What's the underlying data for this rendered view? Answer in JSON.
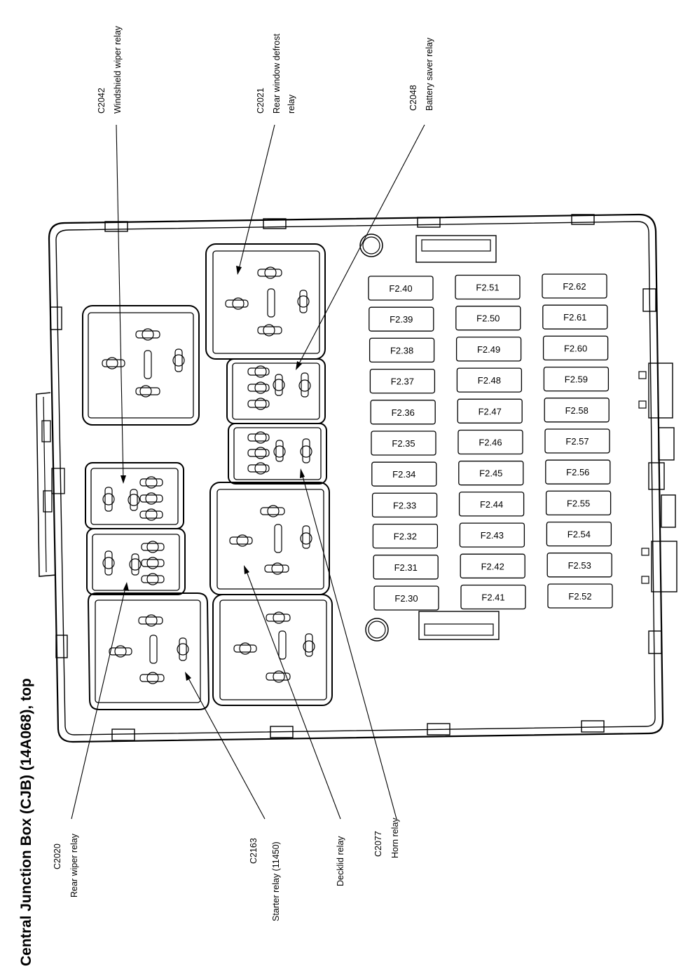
{
  "title": "Central Junction Box (CJB) (14A068), top",
  "callouts": {
    "windshield": {
      "connector": "C2042",
      "name": "Windshield wiper relay"
    },
    "rear_defrost": {
      "connector": "C2021",
      "name": "Rear window defrost",
      "name2": "relay"
    },
    "battery_saver": {
      "connector": "C2048",
      "name": "Battery saver relay"
    },
    "rear_wiper": {
      "connector": "C2020",
      "name": "Rear wiper relay"
    },
    "starter": {
      "connector": "C2163",
      "name": "Starter relay (11450)"
    },
    "decklid": {
      "connector": "",
      "name": "Decklid relay"
    },
    "horn": {
      "connector": "C2077",
      "name": "Horn relay"
    }
  },
  "fuses": {
    "col1": [
      "F2.40",
      "F2.39",
      "F2.38",
      "F2.37",
      "F2.36",
      "F2.35",
      "F2.34",
      "F2.33",
      "F2.32",
      "F2.31",
      "F2.30"
    ],
    "col2": [
      "F2.51",
      "F2.50",
      "F2.49",
      "F2.48",
      "F2.47",
      "F2.46",
      "F2.45",
      "F2.44",
      "F2.43",
      "F2.42",
      "F2.41"
    ],
    "col3": [
      "F2.62",
      "F2.61",
      "F2.60",
      "F2.59",
      "F2.58",
      "F2.57",
      "F2.56",
      "F2.55",
      "F2.54",
      "F2.53",
      "F2.52"
    ]
  }
}
